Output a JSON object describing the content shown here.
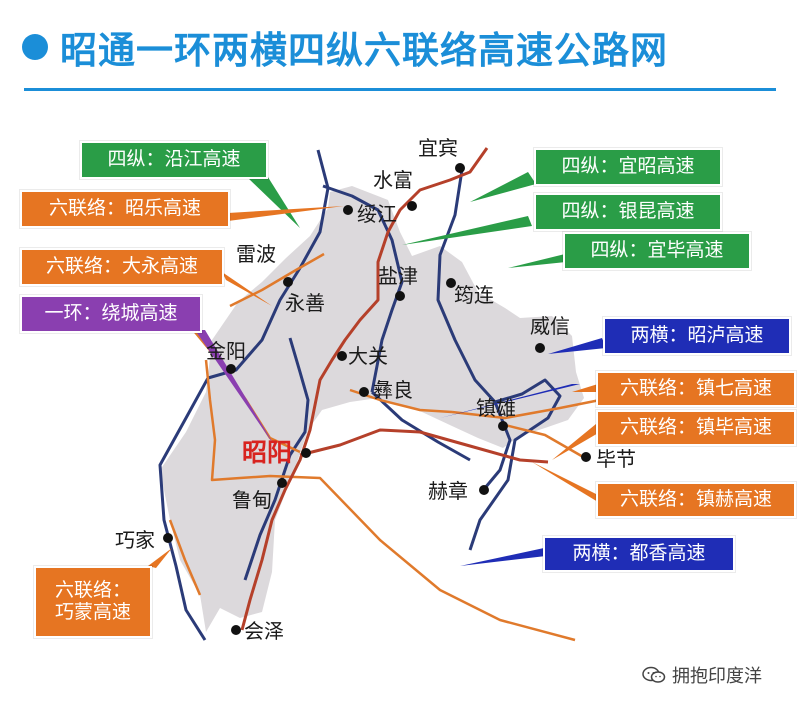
{
  "title": "昭通一环两横四纵六联络高速公路网",
  "colors": {
    "title_blue": "#1b8ed8",
    "region_fill": "#dcd9dc",
    "expressway_navy": "#2b3b78",
    "connector_orange": "#e07a2c",
    "existing_darkred": "#b5402a",
    "label_green": "#2a9d47",
    "label_orange": "#e67522",
    "label_purple": "#8a3fb0",
    "label_blue": "#1f2db6",
    "capital_red": "#d8231f"
  },
  "cities": {
    "yibin": "宜宾",
    "shuifu": "水富",
    "suijiang": "绥江",
    "leibo": "雷波",
    "yongshan": "永善",
    "yanjin": "盐津",
    "junlian": "筠连",
    "weixin": "威信",
    "jinyang": "金阳",
    "daguan": "大关",
    "yiliang": "彝良",
    "zhenxiong": "镇雄",
    "zhaoyang": "昭阳",
    "bijie": "毕节",
    "ludian": "鲁甸",
    "hezhang": "赫章",
    "qiaojia": "巧家",
    "huize": "会泽"
  },
  "labels": {
    "sizong_yanjiang": "四纵：沿江高速",
    "liulianluo_zhaole": "六联络：昭乐高速",
    "liulianluo_dayong": "六联络：大永高速",
    "yihuan_raocheng": "一环：绕城高速",
    "sizong_yizhao": "四纵：宜昭高速",
    "sizong_yinkun": "四纵：银昆高速",
    "sizong_yibi": "四纵：宜毕高速",
    "lianghen_zhaolu": "两横：昭泸高速",
    "liulianluo_zhenqi": "六联络：镇七高速",
    "liulianluo_zhenbi": "六联络：镇毕高速",
    "liulianluo_zhenhe": "六联络：镇赫高速",
    "lianghen_duxiang": "两横：都香高速",
    "liulianluo_qiaomeng_line1": "六联络：",
    "liulianluo_qiaomeng_line2": "巧蒙高速"
  },
  "watermark": "拥抱印度洋"
}
